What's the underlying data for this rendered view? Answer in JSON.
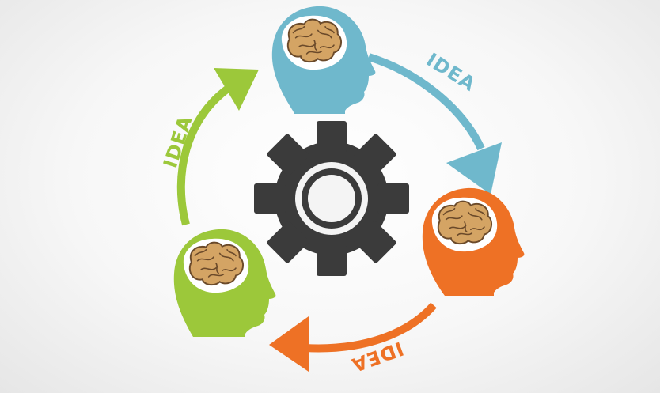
{
  "labels": {
    "top_right": "IDEA",
    "left": "IDEA",
    "bottom": "IDEA"
  },
  "colors": {
    "blue": "#6fb8cc",
    "green": "#9cc83a",
    "orange": "#ee7125",
    "gear": "#3b3b3b",
    "brain": "#d4a464",
    "brain_outline": "#6b4a2a"
  },
  "icons": {
    "center": "gear-icon",
    "heads": [
      "head-with-brain-icon",
      "head-with-brain-icon",
      "head-with-brain-icon"
    ],
    "arrows": [
      "curved-arrow-icon",
      "curved-arrow-icon",
      "curved-arrow-icon"
    ]
  }
}
